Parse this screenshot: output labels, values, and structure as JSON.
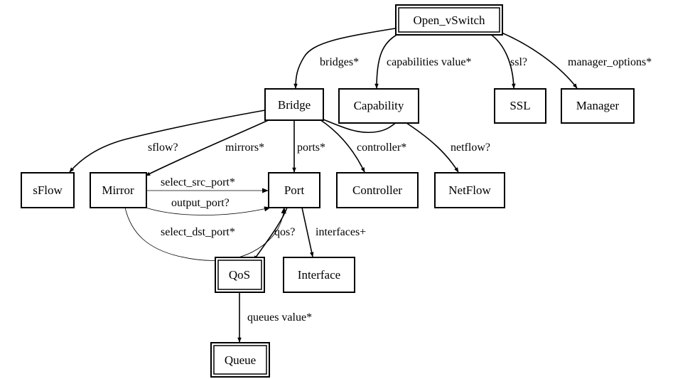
{
  "nodes": {
    "open_vswitch": "Open_vSwitch",
    "bridge": "Bridge",
    "capability": "Capability",
    "ssl": "SSL",
    "manager": "Manager",
    "sflow": "sFlow",
    "mirror": "Mirror",
    "port": "Port",
    "controller": "Controller",
    "netflow": "NetFlow",
    "qos": "QoS",
    "interface": "Interface",
    "queue": "Queue"
  },
  "edges": {
    "bridges": "bridges*",
    "capabilities": "capabilities value*",
    "ssl": "ssl?",
    "manager_options": "manager_options*",
    "sflow": "sflow?",
    "mirrors": "mirrors*",
    "ports": "ports*",
    "controller": "controller*",
    "netflow": "netflow?",
    "select_src_port": "select_src_port*",
    "output_port": "output_port?",
    "select_dst_port": "select_dst_port*",
    "qos": "qos?",
    "interfaces": "interfaces+",
    "queues": "queues value*"
  },
  "colors": {
    "stroke": "#000000",
    "background": "#ffffff"
  }
}
